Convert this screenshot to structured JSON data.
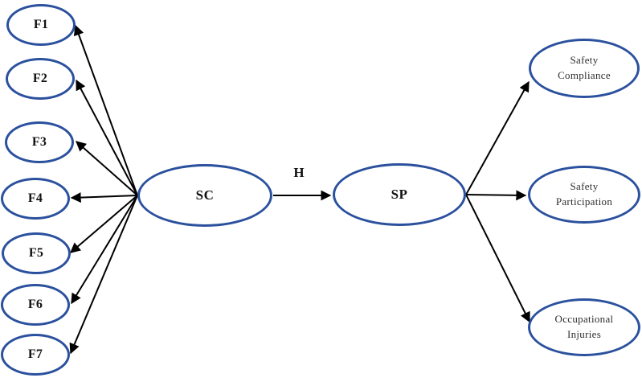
{
  "nodes": {
    "f1": {
      "label": "F1"
    },
    "f2": {
      "label": "F2"
    },
    "f3": {
      "label": "F3"
    },
    "f4": {
      "label": "F4"
    },
    "f5": {
      "label": "F5"
    },
    "f6": {
      "label": "F6"
    },
    "f7": {
      "label": "F7"
    },
    "sc": {
      "label": "SC"
    },
    "sp": {
      "label": "SP"
    },
    "safety_compliance": {
      "label": "Safety Compliance"
    },
    "safety_participation": {
      "label": "Safety Participation"
    },
    "occupational_injuries": {
      "label": "Occupational Injuries"
    }
  },
  "edges": {
    "sc_to_sp": {
      "from": "SC",
      "to": "SP",
      "label": "H"
    },
    "sc_to_indicators": {
      "from": "SC",
      "targets": [
        "F1",
        "F2",
        "F3",
        "F4",
        "F5",
        "F6",
        "F7"
      ]
    },
    "sp_to_outcomes": {
      "from": "SP",
      "targets": [
        "Safety Compliance",
        "Safety Participation",
        "Occupational Injuries"
      ]
    }
  },
  "colors": {
    "ellipse_stroke": "#2b519e",
    "arrow": "#000000",
    "text": "#111111",
    "background": "#ffffff"
  }
}
